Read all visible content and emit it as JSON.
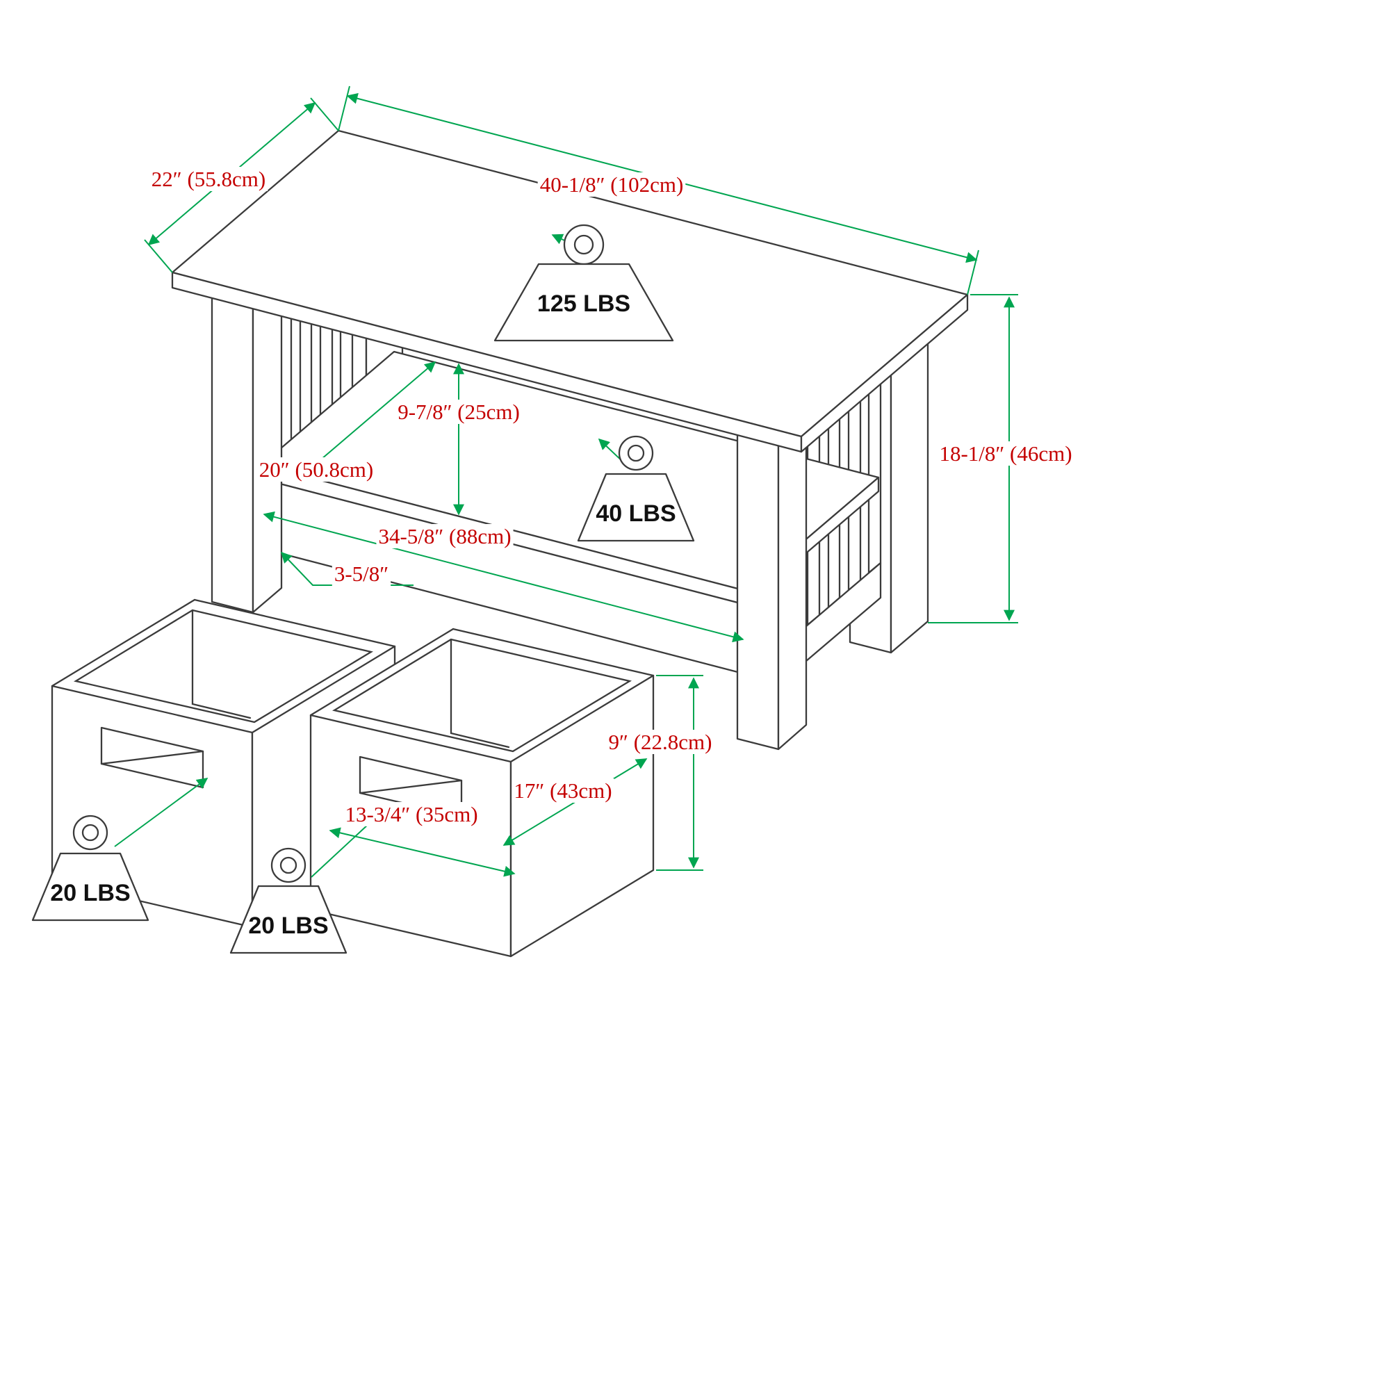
{
  "diagram": {
    "description": "Dimension diagram of a mission-style coffee table with lower shelf and two storage baskets",
    "colors": {
      "outline": "#3b3b3b",
      "dimension_line": "#00a550",
      "dimension_text": "#c40000",
      "weight_text": "#111111"
    },
    "table": {
      "top_depth": "22″ (55.8cm)",
      "top_width": "40-1/8″ (102cm)",
      "height": "18-1/8″ (46cm)",
      "shelf_clearance": "9-7/8″ (25cm)",
      "shelf_depth": "20″ (50.8cm)",
      "shelf_width": "34-5/8″ (88cm)",
      "base_rail_height": "3-5/8″",
      "top_capacity": "125 LBS",
      "shelf_capacity": "40 LBS"
    },
    "basket": {
      "height": "9″ (22.8cm)",
      "depth": "17″ (43cm)",
      "width": "13-3/4″ (35cm)",
      "capacity_left": "20 LBS",
      "capacity_right": "20 LBS"
    }
  }
}
